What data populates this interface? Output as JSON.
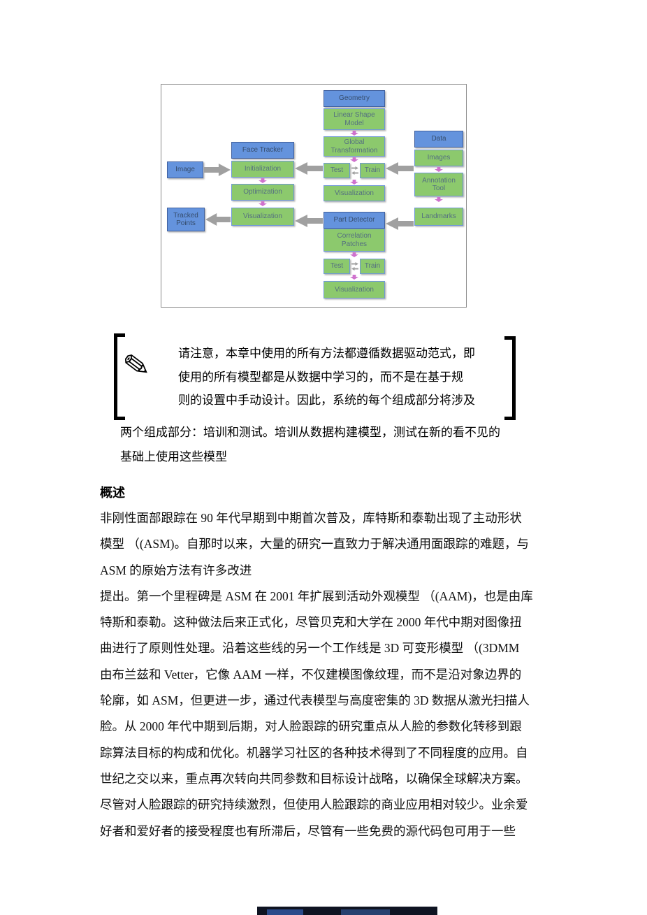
{
  "diagram": {
    "image_label": "Image",
    "tracked_points_label": "Tracked Points",
    "geometry": {
      "title": "Geometry",
      "item1": "Linear Shape Model",
      "item2": "Global Transformation",
      "test": "Test",
      "train": "Train",
      "visualization": "Visualization"
    },
    "face_tracker": {
      "title": "Face Tracker",
      "item1": "Initialization",
      "item2": "Optimization",
      "item3": "Visualization"
    },
    "data": {
      "title": "Data",
      "item1": "Images",
      "item2": "Annotation Tool",
      "item3": "Landmarks"
    },
    "part_detector": {
      "title": "Part Detector",
      "item1": "Correlation Patches",
      "test": "Test",
      "train": "Train",
      "visualization": "Visualization"
    },
    "colors": {
      "blue_box": "#6493dd",
      "green_box": "#8cc96d",
      "arrow_gray": "#a0a0a0",
      "arrow_pink": "#cf72cd"
    }
  },
  "note": {
    "line1": "请注意，本章中使用的所有方法都遵循数据驱动范式，即",
    "line2": "使用的所有模型都是从数据中学习的，而不是在基于规",
    "line3": "则的设置中手动设计。因此，系统的每个组成部分将涉及",
    "line4": "两个组成部分：培训和测试。培训从数据构建模型，测试在新的看不见的",
    "line5": "基础上使用这些模型"
  },
  "overview": {
    "heading": "概述",
    "lines": [
      "非刚性面部跟踪在 90 年代早期到中期首次普及，库特斯和泰勒出现了主动形状",
      "模型 （(ASM)。自那时以来，大量的研究一直致力于解决通用面跟踪的难题，与",
      "ASM 的原始方法有许多改进",
      "提出。第一个里程碑是 ASM 在 2001 年扩展到活动外观模型 （(AAM)，也是由库",
      "特斯和泰勒。这种做法后来正式化，尽管贝克和大学在 2000 年代中期对图像扭",
      "曲进行了原则性处理。沿着这些线的另一个工作线是  3D 可变形模型 （(3DMM",
      "由布兰兹和 Vetter，它像 AAM 一样，不仅建模图像纹理，而不是沿对象边界的",
      "轮廓，如 ASM，但更进一步，通过代表模型与高度密集的 3D 数据从激光扫描人",
      "脸。从 2000 年代中期到后期，对人脸跟踪的研究重点从人脸的参数化转移到跟",
      "踪算法目标的构成和优化。机器学习社区的各种技术得到了不同程度的应用。自",
      "世纪之交以来，重点再次转向共同参数和目标设计战略，以确保全球解决方案。",
      "尽管对人脸跟踪的研究持续激烈，但使用人脸跟踪的商业应用相对较少。业余爱",
      "好者和爱好者的接受程度也有所滞后，尽管有一些免费的源代码包可用于一些"
    ]
  }
}
